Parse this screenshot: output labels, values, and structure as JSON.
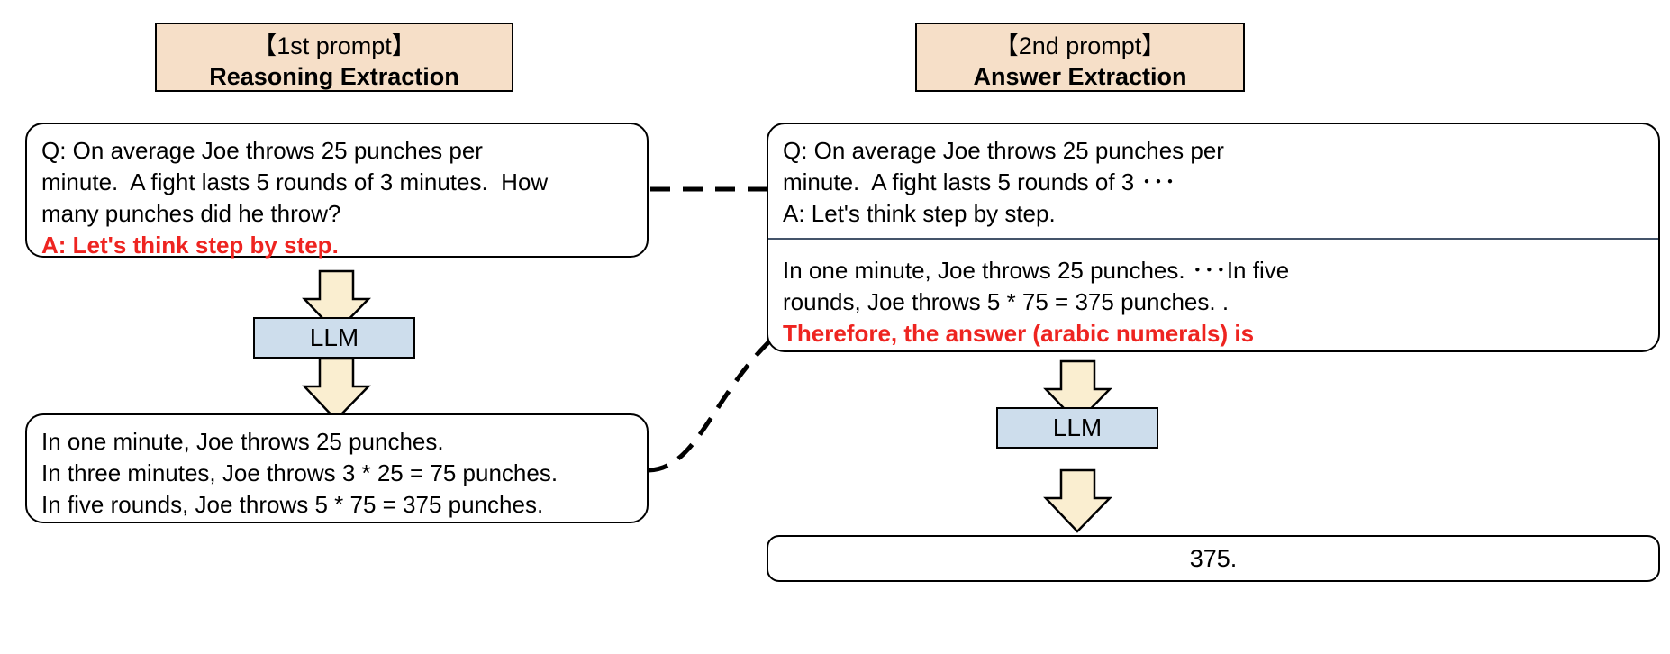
{
  "colors": {
    "header_fill": "#f6dfc8",
    "llm_fill": "#cdddec",
    "arrow_fill": "#faeed0",
    "accent_red": "#ee2420",
    "divider": "#44546a",
    "stroke": "#000000",
    "background": "#ffffff"
  },
  "left_column": {
    "header": {
      "line1": "【1st prompt】",
      "line2": "Reasoning Extraction"
    },
    "prompt_box": {
      "lines": [
        "Q: On average Joe throws 25 punches per",
        "minute.  A fight lasts 5 rounds of 3 minutes.  How",
        "many punches did he throw?"
      ],
      "highlight_line": "A: Let's think step by step."
    },
    "llm_label": "LLM",
    "output_box": {
      "lines": [
        "In one minute, Joe throws 25 punches.",
        "In three minutes, Joe throws 3 * 25 = 75 punches.",
        "In five rounds, Joe throws 5 * 75 = 375 punches."
      ]
    }
  },
  "right_column": {
    "header": {
      "line1": "【2nd prompt】",
      "line2": "Answer Extraction"
    },
    "prompt_box": {
      "upper_lines": [
        "Q: On average Joe throws 25 punches per",
        "minute.  A fight lasts 5 rounds of 3 ･･･",
        "A: Let's think step by step."
      ],
      "lower_lines": [
        "In one minute, Joe throws 25 punches. ･･･In five",
        "rounds, Joe throws 5 * 75 = 375 punches. ."
      ],
      "highlight_line": "Therefore, the answer (arabic numerals) is"
    },
    "llm_label": "LLM",
    "answer_box": {
      "value": "375."
    }
  },
  "connectors": {
    "prompt_to_prompt": "dashed-arrow-right",
    "reasoning_to_prompt": "dashed-curved-arrow-right"
  }
}
